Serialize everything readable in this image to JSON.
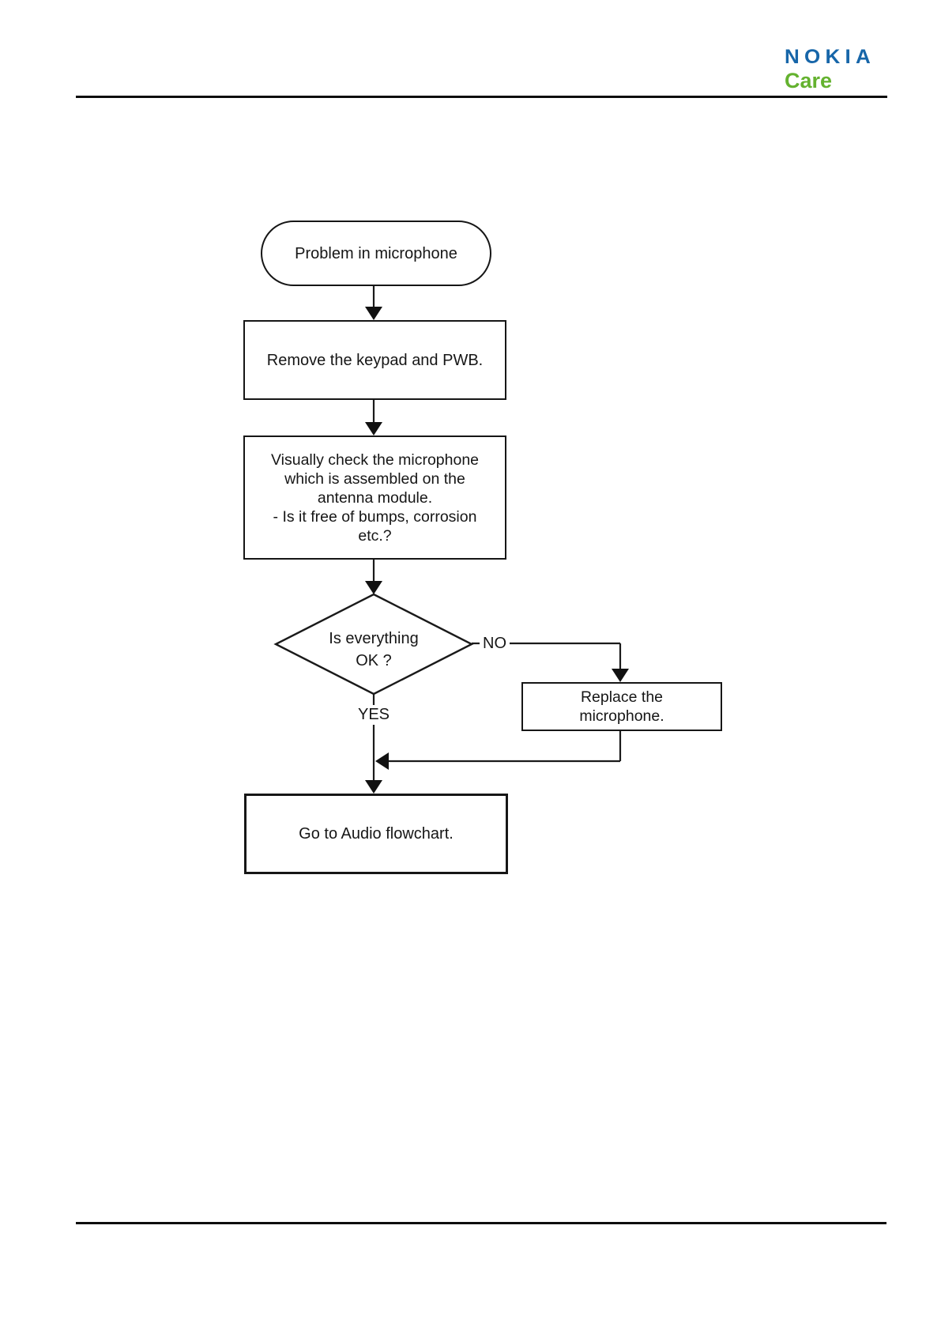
{
  "logo": {
    "brand": "NOKIA",
    "product": "Care",
    "brand_color": "#1766a9",
    "product_color": "#64b22f"
  },
  "flowchart": {
    "start": "Problem in microphone",
    "step_remove": "Remove the keypad and PWB.",
    "step_check": "Visually check the microphone\nwhich is assembled on the\nantenna module.\n- Is it free of bumps, corrosion\netc.?",
    "decision": "Is everything\nOK ?",
    "branch_no": "NO",
    "branch_yes": "YES",
    "action_replace": "Replace the\nmicrophone.",
    "end": "Go to Audio flowchart."
  }
}
